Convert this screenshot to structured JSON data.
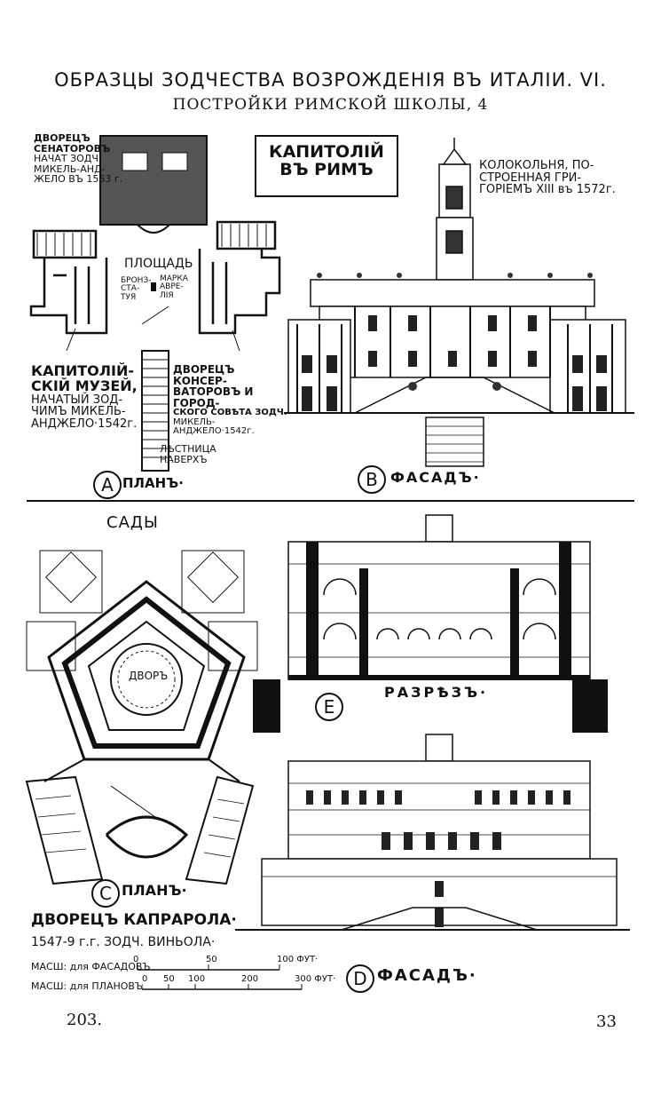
{
  "header": {
    "title": "ОБРАЗЦЫ ЗОДЧЕСТВА ВОЗРОЖДЕНІЯ ВЪ ИТАЛІИ. VI.",
    "subtitle": "ПОСТРОЙКИ РИМСКОЙ ШКОЛЫ, 4"
  },
  "capitol": {
    "heading_line1": "КАПИТОЛІЙ",
    "heading_line2": "ВЪ РИМЪ",
    "senators_palace": [
      "ДВОРЕЦЪ",
      "СЕНАТОРОВЪ",
      "НАЧАТ ЗОДЧ.",
      "МИКЕЛЬ-АНД-",
      "ЖЕЛО ВЪ 1563 г."
    ],
    "square": "ПЛОЩАДЬ",
    "bronze_statue": [
      "БРОНЗ-",
      "СТА-",
      "ТУЯ"
    ],
    "marcus_aurelius": [
      "МАРКА",
      "АВРЕ-",
      "ЛІЯ"
    ],
    "museum": [
      "КАПИТОЛІЙ-",
      "СКІЙ МУЗЕЙ,",
      "НАЧАТЫЙ ЗОД-",
      "ЧИМЪ МИКЕЛЬ-",
      "АНДЖЕЛО·1542г."
    ],
    "conservators": [
      "ДВОРЕЦЪ КОНСЕР-",
      "ВАТОРОВЪ И ГОРОД-",
      "СКОГО СОВѢТА ЗОДЧ.",
      "МИКЕЛЬ-АНДЖЕЛО·1542г."
    ],
    "staircase": [
      "ЛѢСТНИЦА",
      "НАВЕРХЪ"
    ],
    "bell_tower": [
      "КОЛОКОЛЬНЯ, ПО-",
      "СТРОЕННАЯ ГРИ-",
      "ГОРІЕМЪ XIII въ 1572г."
    ],
    "label_a_letter": "A",
    "label_a_text": "ПЛАНЪ·",
    "label_b_letter": "B",
    "label_b_text": "ФАСАДЪ·"
  },
  "caprarola": {
    "gardens": "САДЫ",
    "court": "ДВОРЪ",
    "label_c_letter": "C",
    "label_c_text": "ПЛАНЪ·",
    "label_e_letter": "E",
    "label_e_text": "РАЗРѢЗЪ·",
    "label_d_letter": "D",
    "label_d_text": "ФАСАДЪ·",
    "palace_title": "ДВОРЕЦЪ КАПРАРОЛА·",
    "palace_sub": "1547-9 г.г. ЗОДЧ. ВИНЬОЛА·"
  },
  "scales": {
    "facade_label": "МАСШ: для ФАСАДОВЪ",
    "facade_ticks": [
      "0",
      "50",
      "100 ФУТ·"
    ],
    "plan_label": "МАСШ: для ПЛАНОВЪ",
    "plan_ticks": [
      "0",
      "50",
      "100",
      "200",
      "300 ФУТ·"
    ]
  },
  "footer": {
    "left": "203.",
    "right": "33"
  }
}
